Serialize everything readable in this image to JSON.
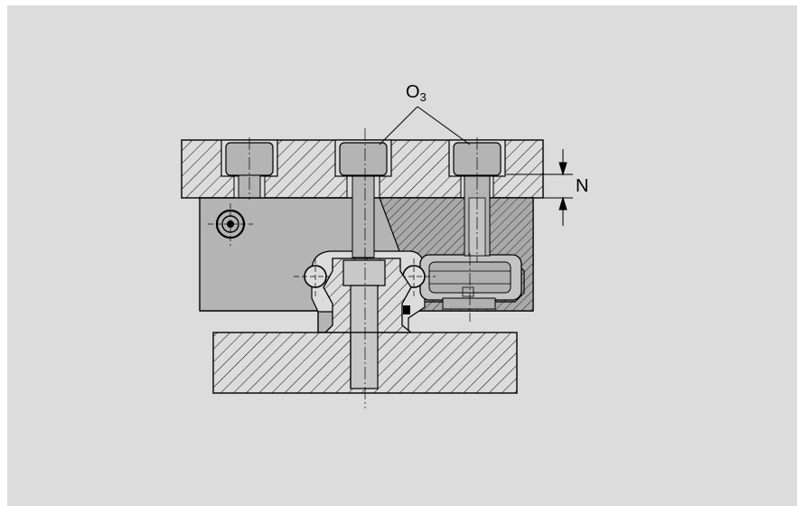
{
  "labels": {
    "o3_main": "O",
    "o3_sub": "3",
    "n": "N"
  },
  "colors": {
    "background": "#dcdcdd",
    "hatch": "#000000",
    "carriage_fill": "#b4b4b4",
    "dark_fill": "#a6a6a6",
    "light_fill": "#c8c8c8",
    "bolt_fill": "#b0b0b0"
  }
}
